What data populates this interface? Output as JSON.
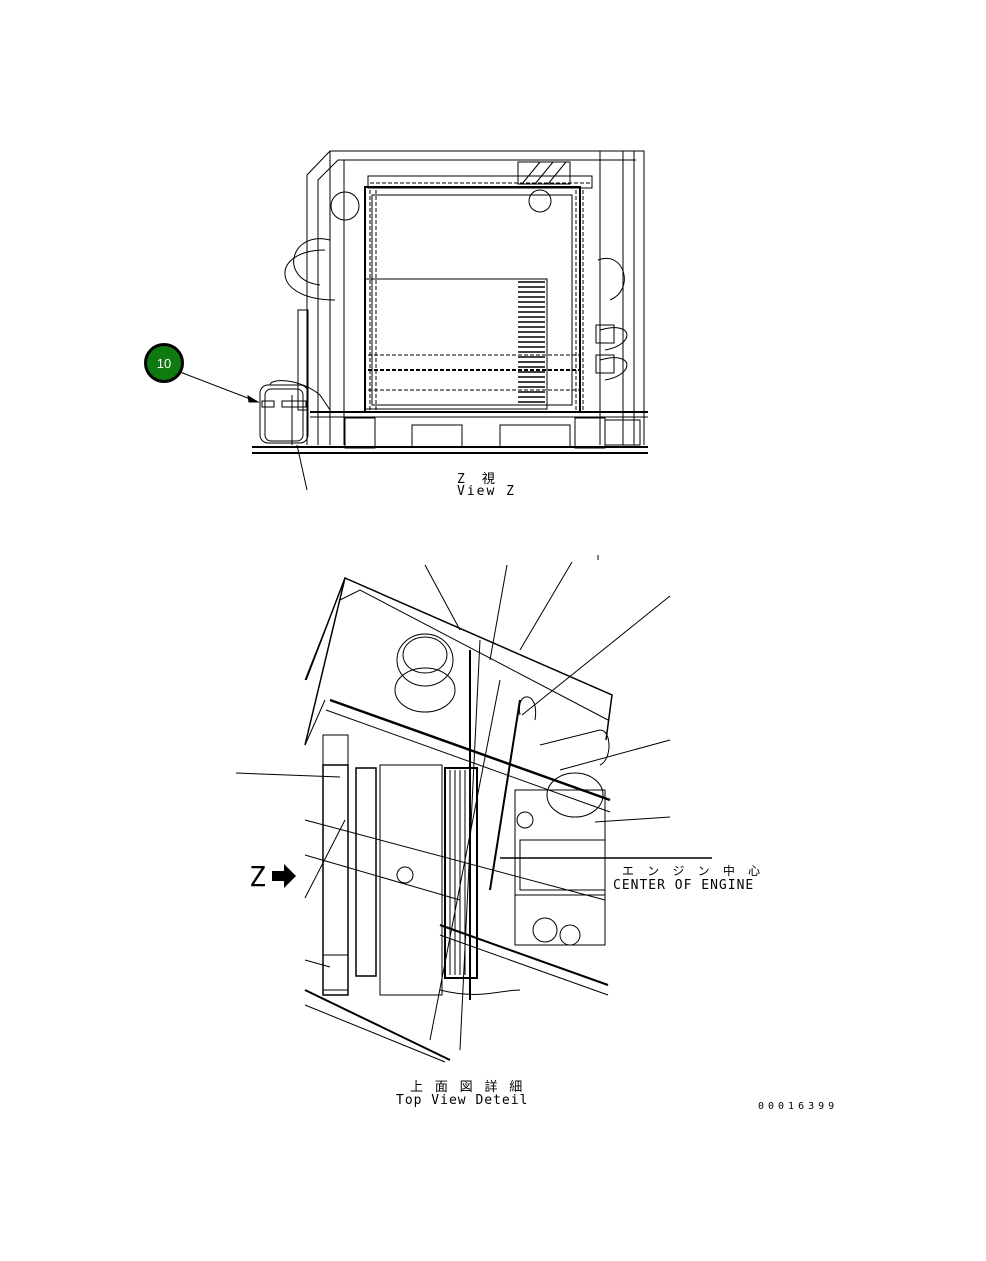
{
  "diagram": {
    "view_z": {
      "caption_jp": "Z　視",
      "caption_en": "View Z"
    },
    "top_view": {
      "caption_jp": "上 面 図 詳 細",
      "caption_en": "Top View Deteil",
      "view_marker": "Z",
      "engine_center_jp": "エ ン ジ ン 中 心",
      "engine_center_en": "CENTER OF ENGINE"
    },
    "callouts": [
      {
        "number": "10",
        "color": "#0f7a0f"
      }
    ],
    "drawing_number": "00016399"
  }
}
